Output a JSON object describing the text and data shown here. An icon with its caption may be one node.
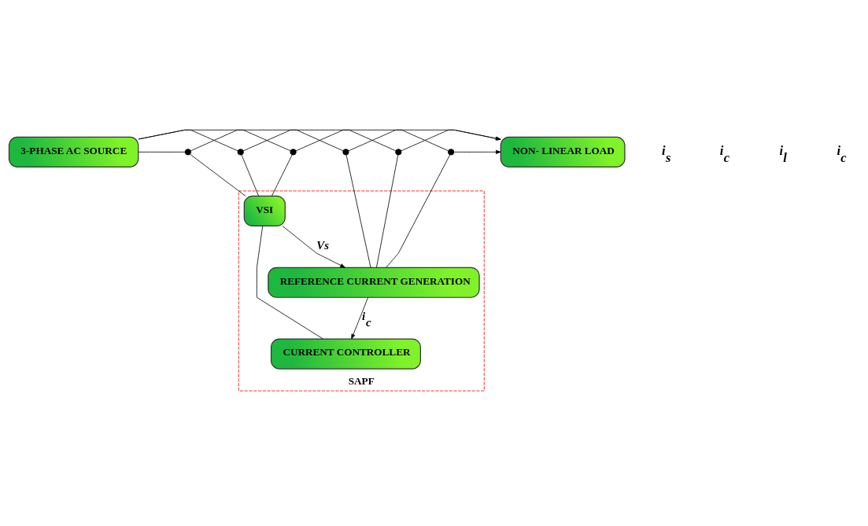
{
  "diagram": {
    "nodes": [
      {
        "text": [
          "3-PHASE AC SOURCE"
        ]
      },
      {
        "text": [
          "NON- LINEAR LOAD"
        ]
      },
      {
        "text": [
          "SAPF"
        ]
      },
      {
        "text": [
          "VSI"
        ],
        "in": 2
      },
      {
        "text": [
          "REFERENCE CURRENT GENERATION"
        ],
        "in": 2
      },
      {
        "text": [
          "CURRENT CONTROLLER"
        ],
        "in": 2
      },
      {
        "text": [],
        "shape": "circle"
      },
      {
        "text": [],
        "shape": "circle"
      },
      {
        "text": [],
        "shape": "circle"
      },
      {
        "text": [],
        "shape": "circle"
      },
      {
        "text": [],
        "shape": "circle"
      },
      {
        "text": [],
        "shape": "circle"
      }
    ],
    "edges": [
      {
        "from": 0,
        "to": 6,
        "arrow": "none"
      },
      {
        "from": 6,
        "to": 9,
        "arrow": "none"
      },
      {
        "from": 9,
        "to": 1,
        "arrow": "to"
      },
      {
        "from": 0,
        "to": 7,
        "arrow": "none"
      },
      {
        "from": 7,
        "to": 10,
        "arrow": "none"
      },
      {
        "from": 10,
        "to": 1,
        "arrow": "to"
      },
      {
        "from": 0,
        "to": 8,
        "arrow": "none"
      },
      {
        "from": 8,
        "to": 11,
        "arrow": "none"
      },
      {
        "from": 11,
        "to": 1,
        "arrow": "to"
      },
      {
        "from": 6,
        "to": 3,
        "arrow": "none"
      },
      {
        "from": 7,
        "to": 3,
        "arrow": "none"
      },
      {
        "from": 8,
        "to": 3,
        "arrow": "none"
      },
      {
        "from": 9,
        "to": 4,
        "arrow": "none"
      },
      {
        "from": 10,
        "to": 4,
        "arrow": "none"
      },
      {
        "from": 11,
        "to": 4,
        "arrow": "none"
      },
      {
        "from": 3,
        "to": 5,
        "arrow": "none"
      },
      {
        "from": 4,
        "to": 5,
        "arrow": "to",
        "label": "i$_{c}$"
      },
      {
        "from": 3,
        "to": 4,
        "arrow": "to",
        "label": "Vs"
      }
    ],
    "labels": [
      "i$_{s}$",
      "i$_{c}$",
      "i$_{l}$",
      "i$_{c}$"
    ]
  }
}
